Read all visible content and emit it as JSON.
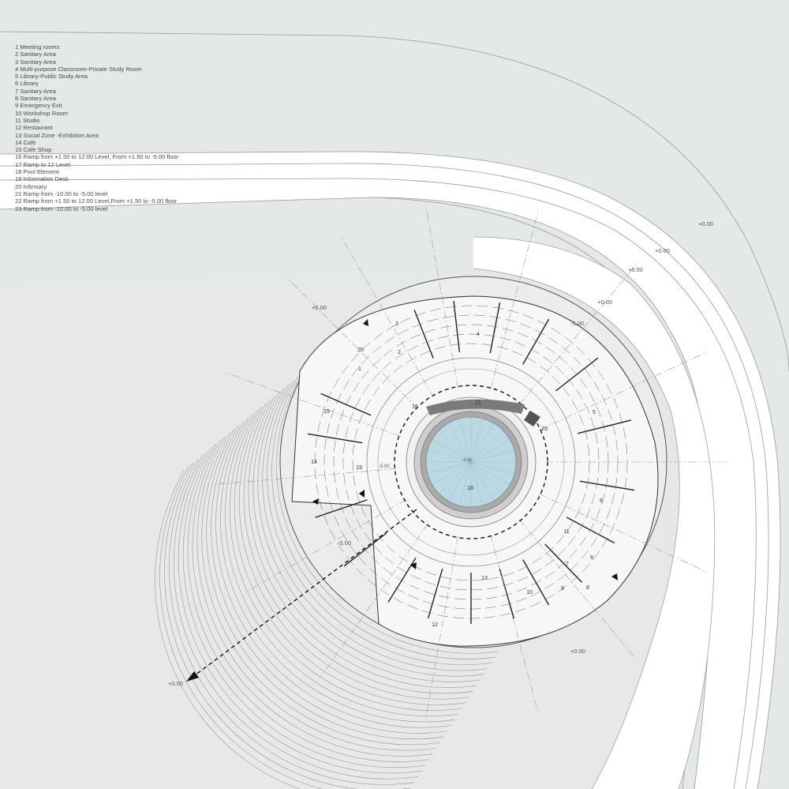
{
  "legend": {
    "items": [
      "1 Meeting rooms",
      "2 Sanitary Area",
      "3 Sanitary Area",
      "4 Multi-purpose Classroom-Private Study Room",
      "5 Library-Public Study Area",
      "6 Library",
      "7 Sanitary Area",
      "8 Sanitary Area",
      "9 Emergency Exit",
      "10 Workshop Room",
      "11 Studio",
      "12 Restaurant",
      "13 Social Zone -Exhibition Area",
      "14 Cafe",
      "15 Cafe Shop",
      "16 Ramp  from +1.50 to 12.00 Level, From +1.50 to -5.00 floor",
      "17 Ramp to 12 Level",
      "18 Pool Element",
      "19 Information Desk",
      "20 Infirmary",
      "21 Ramp from -10.00 to -5.00 level",
      "22 Ramp  from +1.50 to 12.00 Level,From +1.50 to -5.00 floor",
      "23 Ramp from -10.00 to -5.00 level"
    ]
  },
  "levels": {
    "top_right_1": "+0.00",
    "top_right_2": "+0.00",
    "top_right_3": "+0.00",
    "top_right_4": "+0.00",
    "left": "+0.00",
    "bottom_left": "+0.00",
    "bottom": "+0.00",
    "upper_ring": "-5.00",
    "lower_ring": "-5.00",
    "inner_ring": "-5.00",
    "pool": "-5.00"
  },
  "rooms": {
    "r1": "1",
    "r2": "2",
    "r3": "3",
    "r4": "4",
    "r5": "5",
    "r6": "6",
    "r7": "7",
    "r8": "8",
    "r9a": "9",
    "r9b": "9",
    "r10": "10",
    "r11": "11",
    "r12": "12",
    "r13": "13",
    "r14": "14",
    "r15": "15",
    "r16": "16",
    "r18": "18",
    "r19": "19",
    "r20": "20",
    "r21": "21",
    "r23": "23"
  },
  "colors": {
    "site_fill": "#e4e8e7",
    "road_fill": "#ffffff",
    "plaza_fill": "#e9eaea",
    "floor_fill": "#ffffff",
    "pool_fill": "#bcd9e3",
    "ramp_dark": "#7a7a7a",
    "line": "#333333"
  }
}
